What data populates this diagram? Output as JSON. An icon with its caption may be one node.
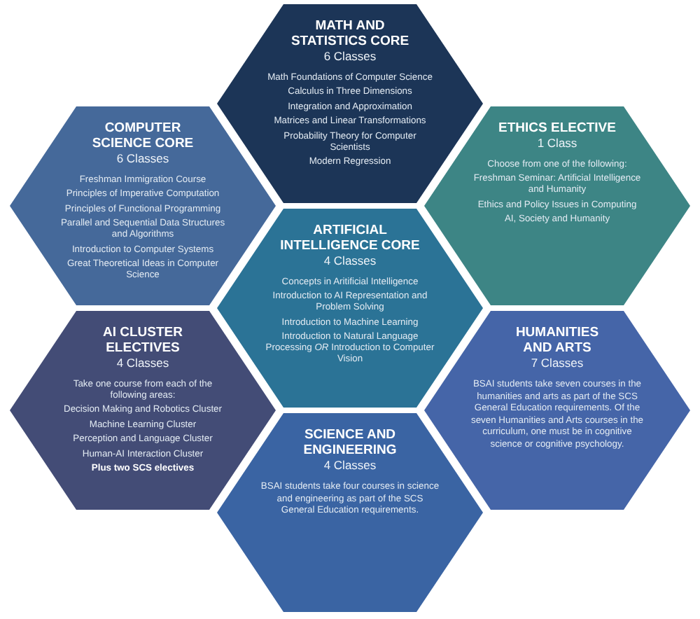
{
  "diagram": {
    "nodes": [
      {
        "text": [
          "MATH AND STATISTICS CORE",
          "6 Classes",
          "Math Foundations of Computer Science",
          "Calculus in Three Dimensions",
          "Integration and Approximation",
          "Matrices and Linear Transformations",
          "Probability Theory for Computer Scientists",
          "Modern Regression"
        ]
      },
      {
        "text": [
          "COMPUTER SCIENCE CORE",
          "6 Classes",
          "Freshman Immigration Course",
          "Principles of Imperative Computation",
          "Principles of Functional Programming",
          "Parallel and Sequential Data Structures and Algorithms",
          "Introduction to Computer Systems",
          "Great Theoretical Ideas in Computer Science"
        ]
      },
      {
        "text": [
          "ETHICS ELECTIVE",
          "1 Class",
          "Choose from one of the following:",
          "Freshman Seminar: Artificial Intelligence and Humanity",
          "Ethics and Policy Issues in Computing",
          "AI, Society and Humanity"
        ]
      },
      {
        "text": [
          "ARTIFICIAL INTELLIGENCE CORE",
          "4 Classes",
          "Concepts in Aritificial Intelligence",
          "Introduction to AI Representation and Problem Solving",
          "Introduction to Machine Learning",
          "Introduction to Natural Language Processing *OR* Introduction to Computer Vision"
        ]
      },
      {
        "text": [
          "AI CLUSTER ELECTIVES",
          "4 Classes",
          "Take one course from each of the following areas:",
          "Decision Making and Robotics Cluster",
          "Machine Learning Cluster",
          "Perception and Language Cluster",
          "Human-AI Interaction Cluster",
          "Plus two SCS electives"
        ]
      },
      {
        "text": [
          "HUMANITIES AND ARTS",
          "7 Classes",
          "BSAI students take seven courses in the humanities and arts as part of the SCS General Education requirements. Of the seven Humanities and Arts courses in the curriculum, one must be in cognitive science or cognitive psychology."
        ]
      },
      {
        "text": [
          "SCIENCE AND ENGINEERING",
          "4 Classes",
          "BSAI students take four courses in science and engineering as part of the SCS General Education requirements."
        ]
      }
    ]
  }
}
